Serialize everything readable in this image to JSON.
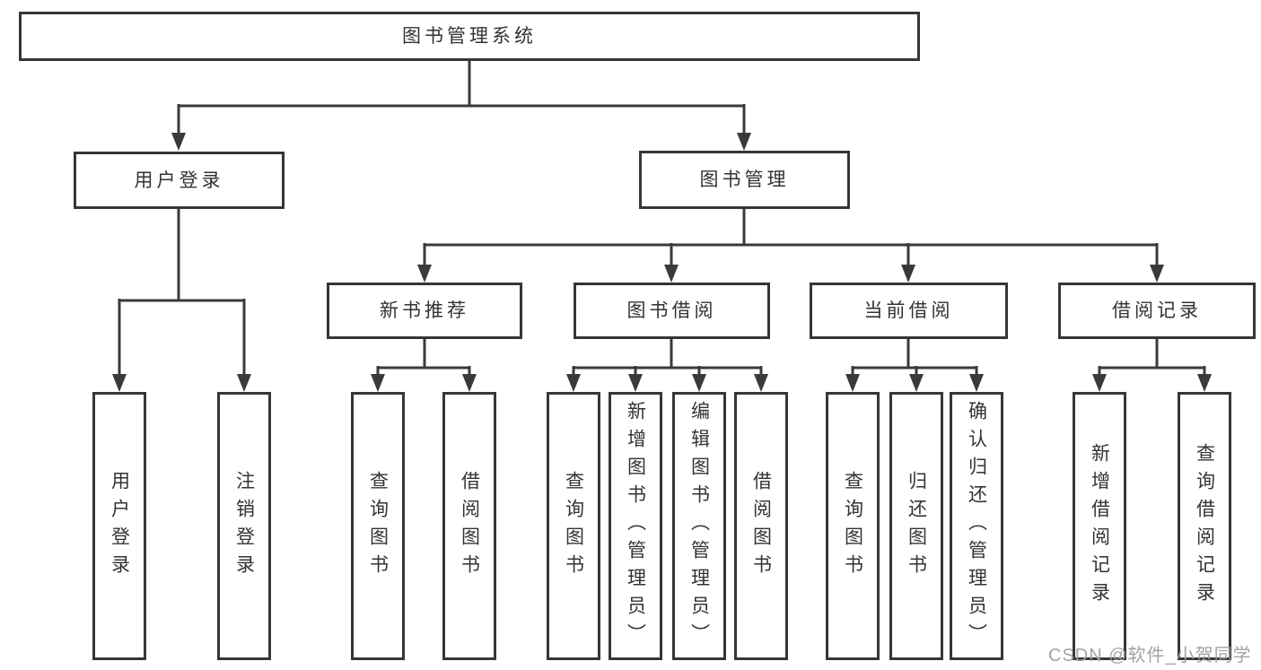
{
  "diagram": {
    "root": {
      "label": "图书管理系统",
      "children": [
        {
          "label": "用户登录",
          "children": [
            {
              "label": "用户登录"
            },
            {
              "label": "注销登录"
            }
          ]
        },
        {
          "label": "图书管理",
          "children": [
            {
              "label": "新书推荐",
              "children": [
                {
                  "label": "查询图书"
                },
                {
                  "label": "借阅图书"
                }
              ]
            },
            {
              "label": "图书借阅",
              "children": [
                {
                  "label": "查询图书"
                },
                {
                  "label": "新增图书（管理员）"
                },
                {
                  "label": "编辑图书（管理员）"
                },
                {
                  "label": "借阅图书"
                }
              ]
            },
            {
              "label": "当前借阅",
              "children": [
                {
                  "label": "查询图书"
                },
                {
                  "label": "归还图书"
                },
                {
                  "label": "确认归还（管理员）"
                }
              ]
            },
            {
              "label": "借阅记录",
              "children": [
                {
                  "label": "新增借阅记录"
                },
                {
                  "label": "查询借阅记录"
                }
              ]
            }
          ]
        }
      ]
    },
    "colors": {
      "line": "#3a3a3a",
      "box_border": "#363636",
      "text": "#333333",
      "watermark": "#9e9ea2",
      "background": "#ffffff"
    }
  },
  "watermark": {
    "text": "CSDN @软件_小贺同学"
  }
}
